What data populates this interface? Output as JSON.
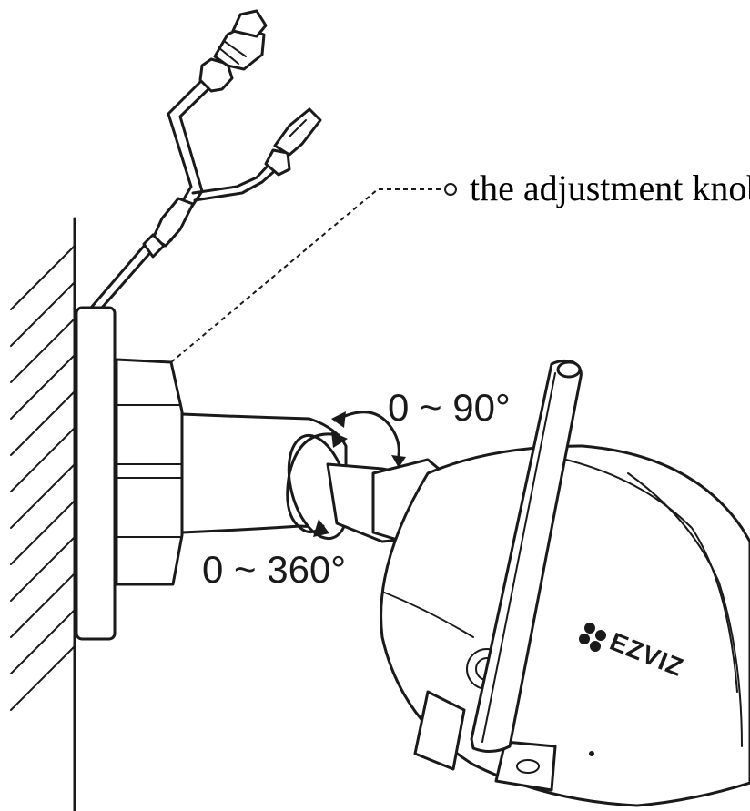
{
  "callout": {
    "label": "the adjustment knob"
  },
  "rotation": {
    "tilt_label": "0 ~ 90°",
    "pan_label": "0 ~ 360°"
  },
  "camera": {
    "brand": "EZVIZ"
  },
  "icons": [
    "wall-hatching",
    "network-cable",
    "power-connector",
    "mount-base",
    "adjustment-knob",
    "camera-body",
    "antenna",
    "rotation-arrow"
  ]
}
